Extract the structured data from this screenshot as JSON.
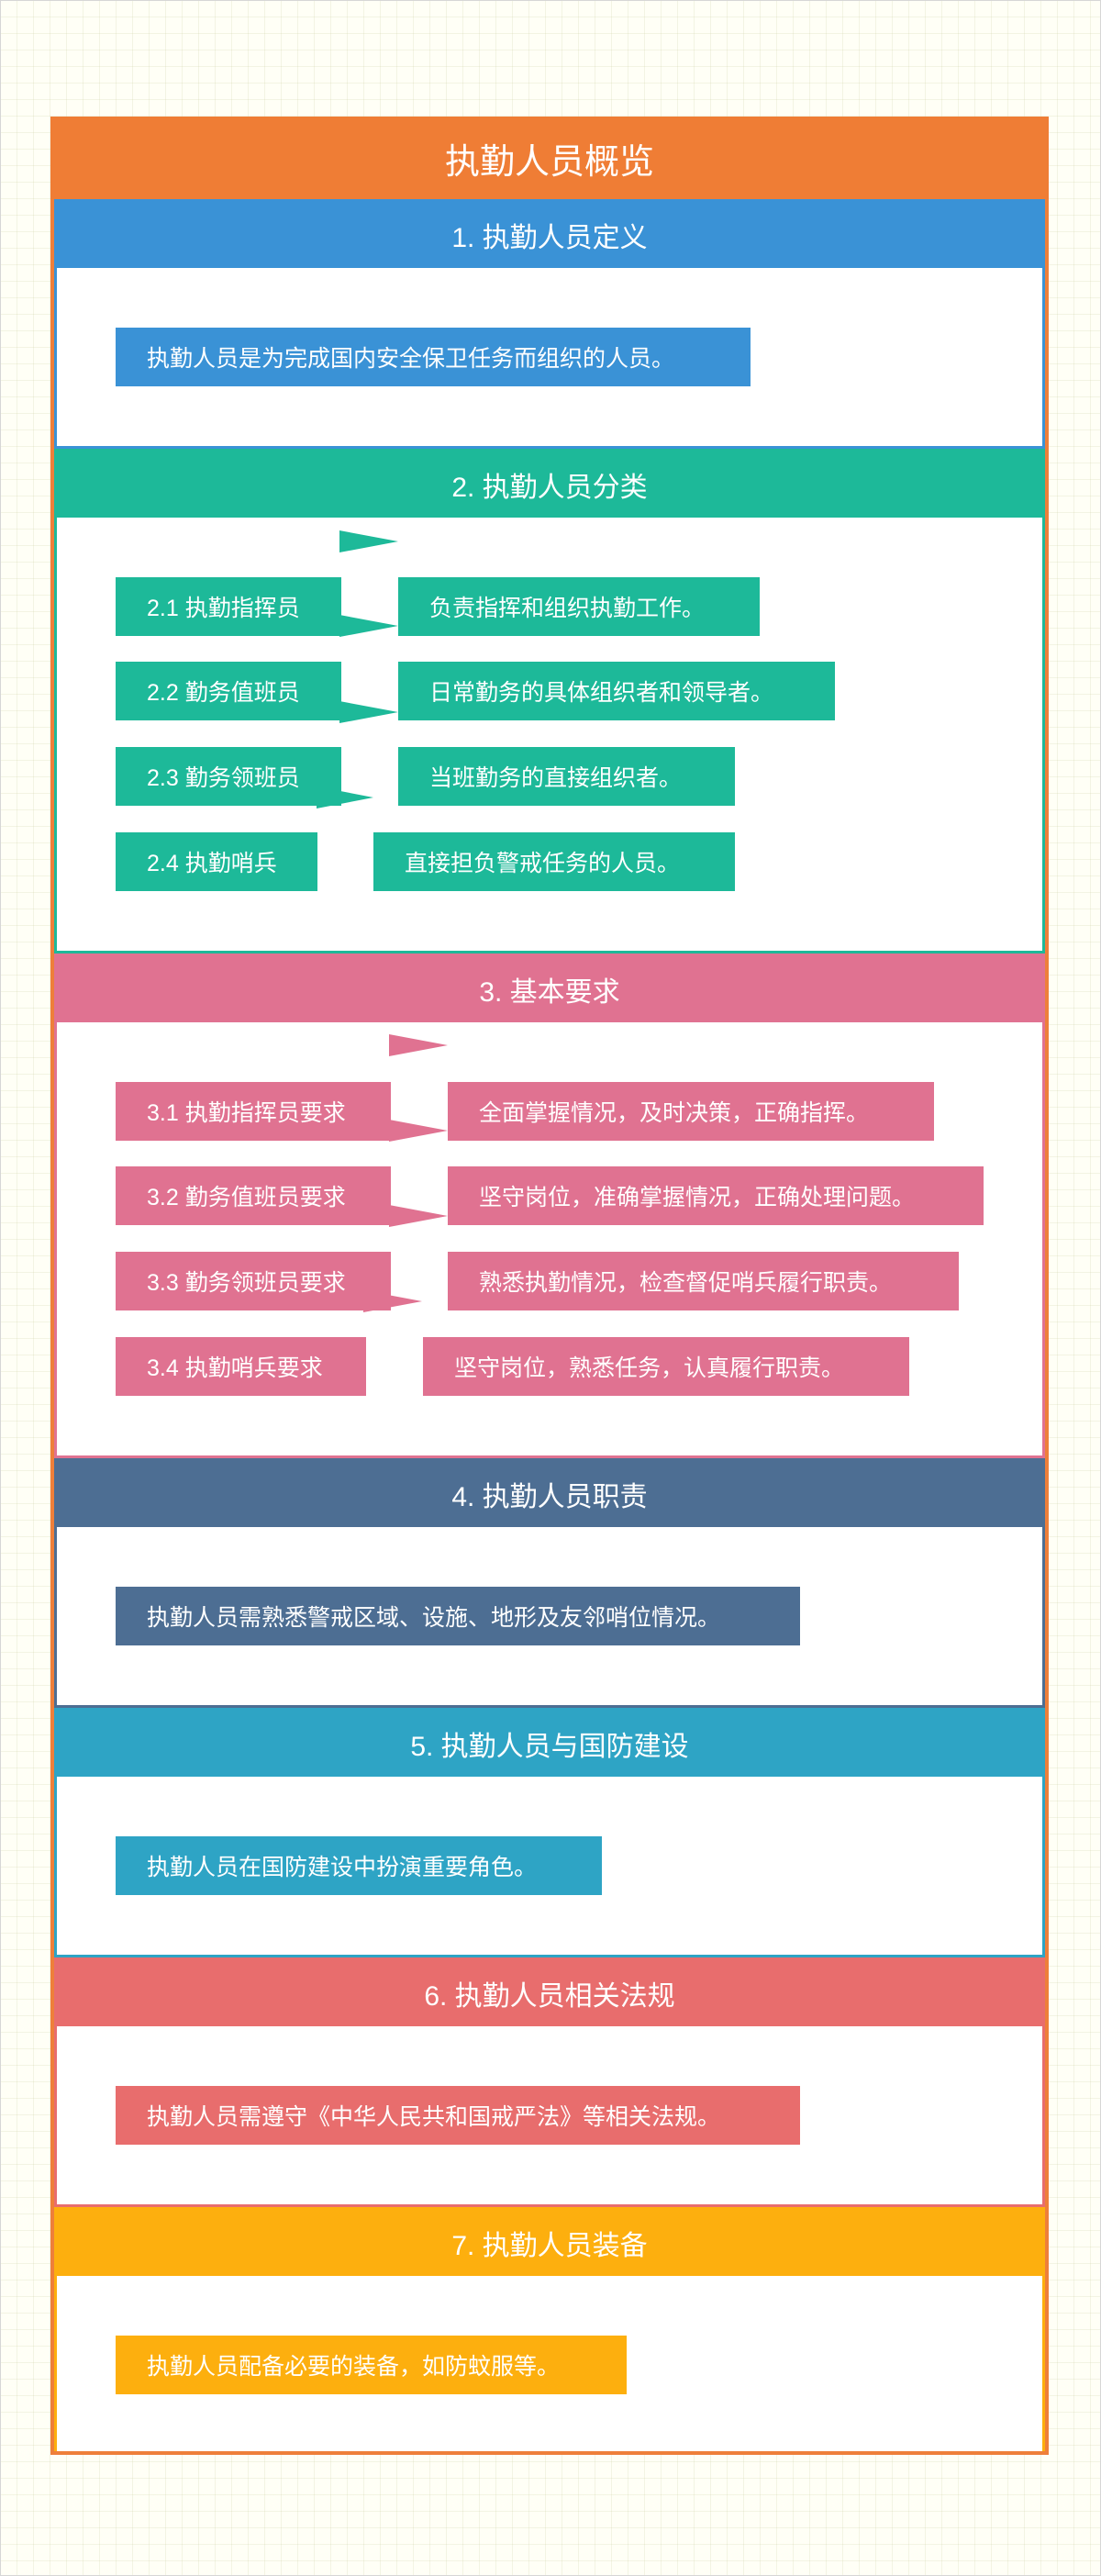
{
  "title": "执勤人员概览",
  "colors": {
    "title": "#ef7d35",
    "s1": "#3a92d6",
    "s2": "#1db999",
    "s3": "#e07291",
    "s4": "#4d6e93",
    "s5": "#2ea4c5",
    "s6": "#e86d6d",
    "s7": "#fdaf0e"
  },
  "sections": [
    {
      "heading": "1. 执勤人员定义",
      "text": "执勤人员是为完成国内安全保卫任务而组织的人员。"
    },
    {
      "heading": "2. 执勤人员分类",
      "items": [
        {
          "label": "2.1 执勤指挥员",
          "desc": "负责指挥和组织执勤工作。"
        },
        {
          "label": "2.2 勤务值班员",
          "desc": "日常勤务的具体组织者和领导者。"
        },
        {
          "label": "2.3 勤务领班员",
          "desc": "当班勤务的直接组织者。"
        },
        {
          "label": "2.4 执勤哨兵",
          "desc": "直接担负警戒任务的人员。"
        }
      ]
    },
    {
      "heading": "3. 基本要求",
      "items": [
        {
          "label": "3.1 执勤指挥员要求",
          "desc": "全面掌握情况，及时决策，正确指挥。"
        },
        {
          "label": "3.2 勤务值班员要求",
          "desc": "坚守岗位，准确掌握情况，正确处理问题。"
        },
        {
          "label": "3.3 勤务领班员要求",
          "desc": "熟悉执勤情况，检查督促哨兵履行职责。"
        },
        {
          "label": "3.4 执勤哨兵要求",
          "desc": "坚守岗位，熟悉任务，认真履行职责。"
        }
      ]
    },
    {
      "heading": "4. 执勤人员职责",
      "text": "执勤人员需熟悉警戒区域、设施、地形及友邻哨位情况。"
    },
    {
      "heading": "5. 执勤人员与国防建设",
      "text": "执勤人员在国防建设中扮演重要角色。"
    },
    {
      "heading": "6. 执勤人员相关法规",
      "text": "执勤人员需遵守《中华人民共和国戒严法》等相关法规。"
    },
    {
      "heading": "7. 执勤人员装备",
      "text": "执勤人员配备必要的装备，如防蚊服等。"
    }
  ]
}
